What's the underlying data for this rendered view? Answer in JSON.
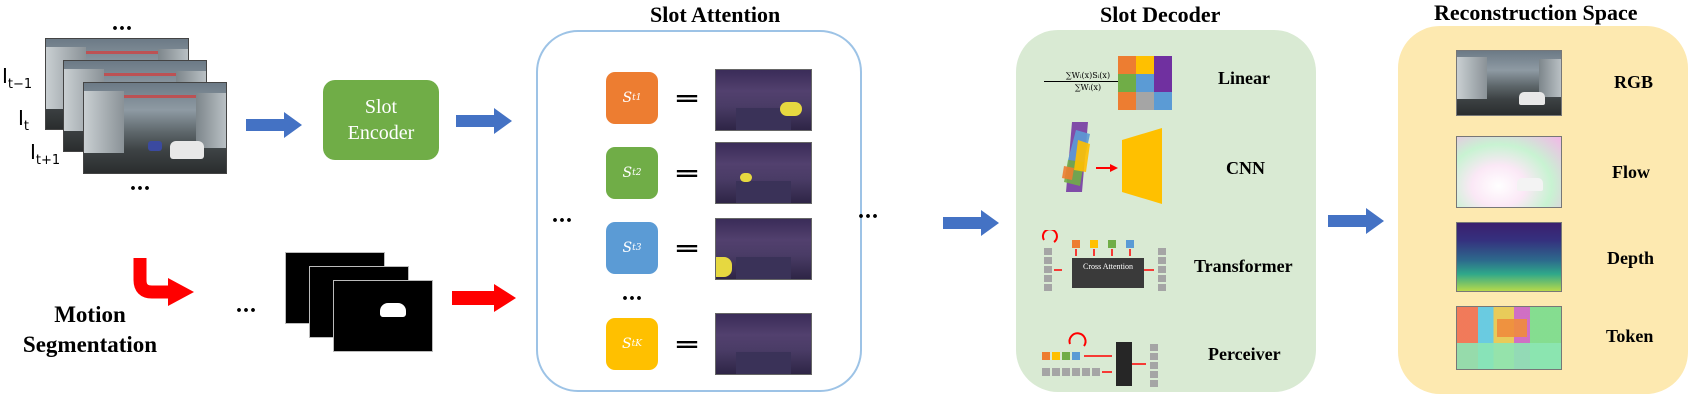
{
  "ellipsis": "...",
  "frames": {
    "labels": [
      {
        "base": "I",
        "sub": "t−1"
      },
      {
        "base": "I",
        "sub": "t"
      },
      {
        "base": "I",
        "sub": "t+1"
      }
    ]
  },
  "encoder": {
    "line1": "Slot",
    "line2": "Encoder",
    "color": "#70ad47"
  },
  "motion": {
    "line1": "Motion",
    "line2": "Segmentation",
    "arrow_color": "#ff0000"
  },
  "slot_attention": {
    "title": "Slot Attention",
    "border_color": "#9dc3e6",
    "slots": [
      {
        "sym": "S",
        "sup": "t",
        "sub": "1",
        "color": "#ed7d31"
      },
      {
        "sym": "S",
        "sup": "t",
        "sub": "2",
        "color": "#70ad47"
      },
      {
        "sym": "S",
        "sup": "t",
        "sub": "3",
        "color": "#5b9bd5"
      },
      {
        "sym": "S",
        "sup": "t",
        "sub": "K",
        "color": "#ffc000"
      }
    ],
    "eq_symbol": "=="
  },
  "decoder": {
    "title": "Slot Decoder",
    "bg_color": "#d9ead3",
    "formula_num": "∑Wᵢ(x)Sᵢ(x)",
    "formula_den": "∑Wᵢ(x)",
    "cross_attention": "Cross Attention",
    "rows": [
      "Linear",
      "CNN",
      "Transformer",
      "Perceiver"
    ]
  },
  "reconstruction": {
    "title": "Reconstruction Space",
    "bg_color": "#fde9b0",
    "rows": [
      "RGB",
      "Flow",
      "Depth",
      "Token"
    ]
  },
  "arrow_blue": "#4472c4"
}
